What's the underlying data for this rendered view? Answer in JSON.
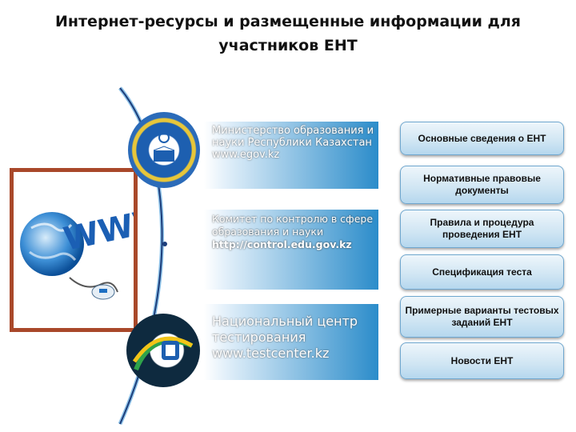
{
  "title": "Интернет-ресурсы и размещенные информации для участников ЕНТ",
  "organizations": [
    {
      "name": "Министерство образования и науки Республики Казахстан",
      "url": "www.egov.kz"
    },
    {
      "name": "Комитет по контролю в сфере образования и науки",
      "url": "http://control.edu.gov.kz"
    },
    {
      "name": "Национальный центр тестирования",
      "url": "www.testcenter.kz"
    }
  ],
  "buttons": [
    "Основные сведения о ЕНТ",
    "Нормативные правовые документы",
    "Правила и процедура проведения ЕНТ",
    "Спецификация теста",
    "Примерные варианты тестовых заданий ЕНТ",
    "Новости ЕНТ"
  ],
  "colors": {
    "frame": "#a9482a",
    "org_box": "#2b8cca",
    "button_fill": "#cfe5f3",
    "button_border": "#6fa7cf"
  },
  "icons": [
    "www-globe-image",
    "ministry-emblem-icon",
    "testing-center-logo-icon"
  ]
}
